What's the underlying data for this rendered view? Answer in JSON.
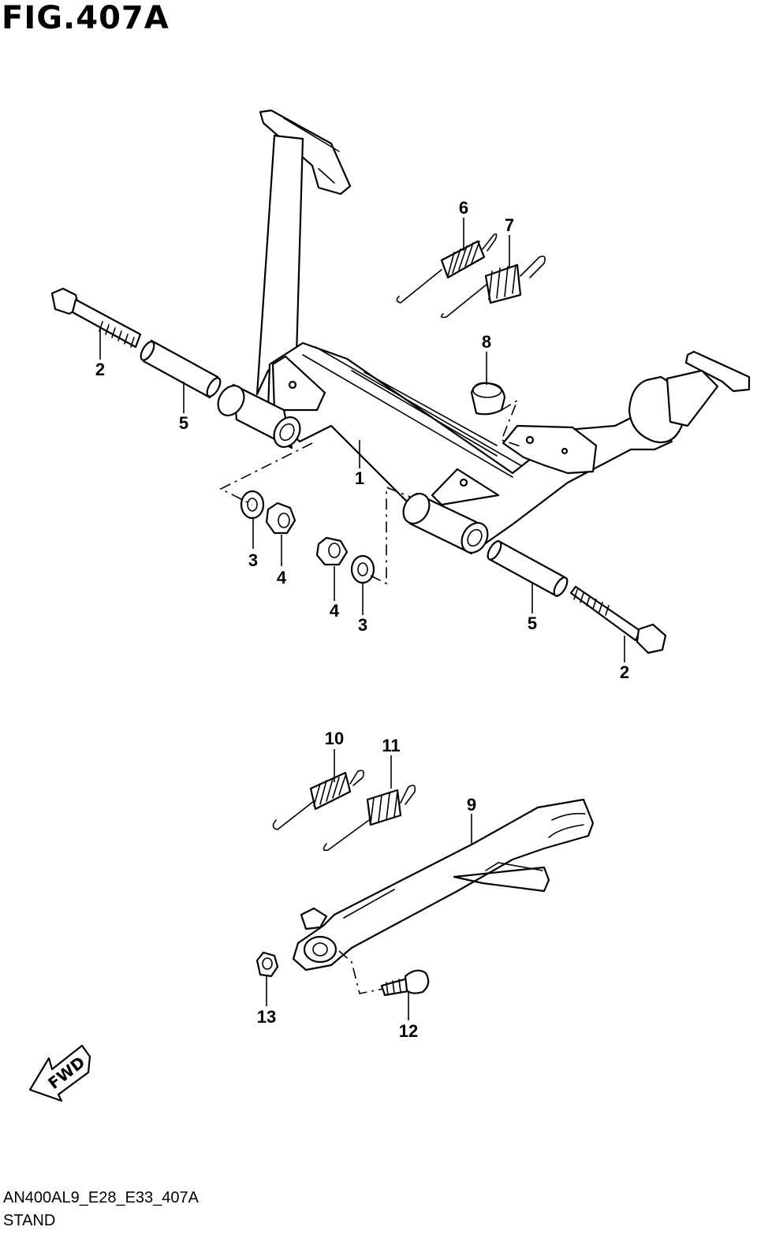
{
  "figure": {
    "title": "FIG.407A",
    "model_code": "AN400AL9_E28_E33_407A",
    "section_name": "STAND",
    "fwd_label": "FWD"
  },
  "callouts": [
    "1",
    "2",
    "2",
    "3",
    "3",
    "4",
    "4",
    "5",
    "5",
    "6",
    "7",
    "8",
    "9",
    "10",
    "11",
    "12",
    "13"
  ]
}
